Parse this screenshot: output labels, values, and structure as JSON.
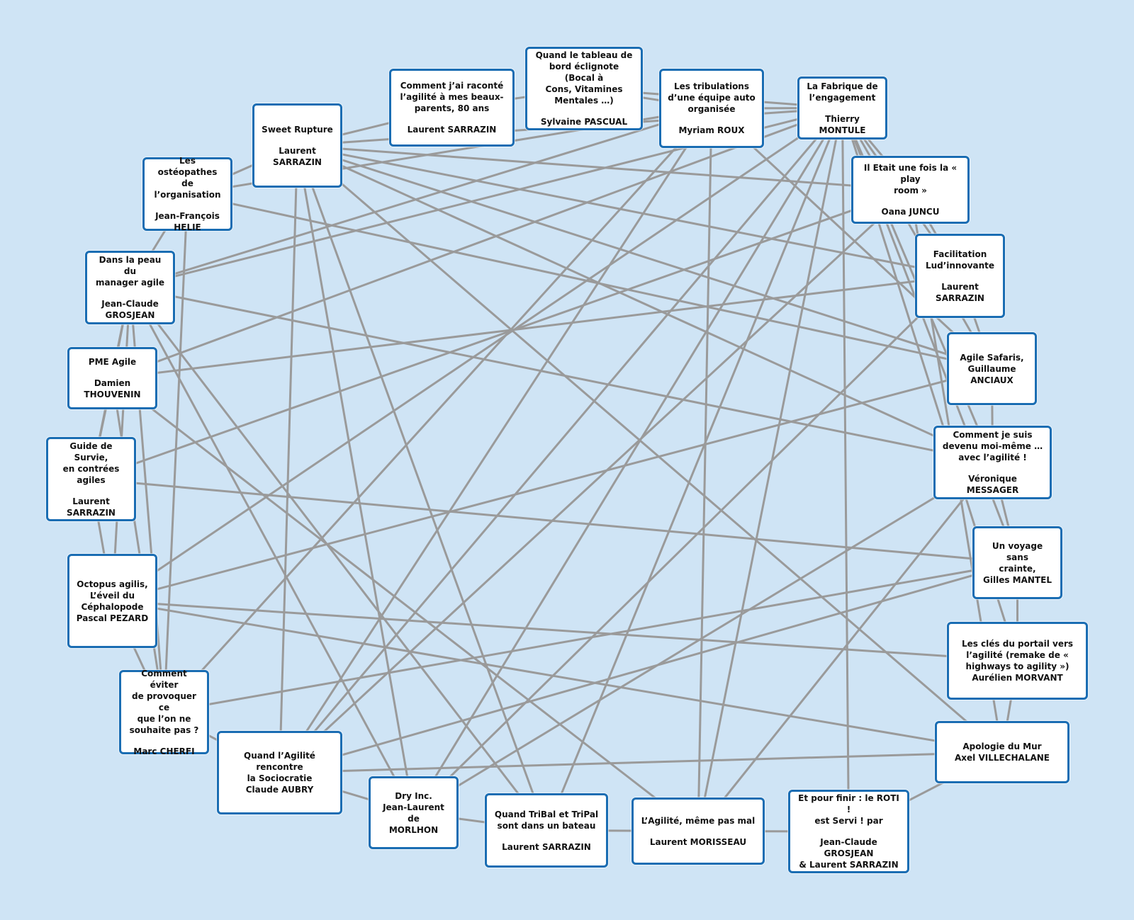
{
  "nodes": [
    {
      "id": "n0",
      "title": "Quand le tableau de\nbord éclignote (Bocal à\nCons,  Vitamines\nMentales …)",
      "author": "Sylvaine PASCUAL"
    },
    {
      "id": "n1",
      "title": "Comment j’ai raconté\nl’agilité à mes beaux-\nparents, 80 ans",
      "author": "Laurent SARRAZIN"
    },
    {
      "id": "n2",
      "title": "Les tribulations\nd’une équipe auto\norganisée",
      "author": "Myriam ROUX"
    },
    {
      "id": "n3",
      "title": "La Fabrique de\nl’engagement",
      "author": "Thierry MONTULE"
    },
    {
      "id": "n4",
      "title": "Sweet Rupture",
      "author": "Laurent\nSARRAZIN"
    },
    {
      "id": "n5",
      "title": "Les ostéopathes\nde l’organisation",
      "author": "Jean-François\nHELIE"
    },
    {
      "id": "n6",
      "title": "Il Etait une fois la « play\nroom »",
      "author": "Oana JUNCU"
    },
    {
      "id": "n7",
      "title": "Dans la peau du\nmanager agile",
      "author": "Jean-Claude\nGROSJEAN"
    },
    {
      "id": "n8",
      "title": "Facilitation\nLud’innovante",
      "author": "Laurent\nSARRAZIN"
    },
    {
      "id": "n9",
      "title": "PME Agile",
      "author": "Damien\nTHOUVENIN"
    },
    {
      "id": "n10",
      "title": "Agile Safaris,\nGuillaume\nANCIAUX",
      "author": ""
    },
    {
      "id": "n11",
      "title": "Guide de Survie,\nen contrées\nagiles",
      "author": "Laurent\nSARRAZIN"
    },
    {
      "id": "n12",
      "title": "Comment je suis\ndevenu moi-même …\navec l’agilité !",
      "author": "Véronique MESSAGER"
    },
    {
      "id": "n13",
      "title": "Un voyage sans\ncrainte,\nGilles MANTEL",
      "author": ""
    },
    {
      "id": "n14",
      "title": "Octopus agilis,\nL’éveil du\nCéphalopode\nPascal PEZARD",
      "author": ""
    },
    {
      "id": "n15",
      "title": "Les clés du portail vers\nl’agilité (remake de «\nhighways to agility »)\nAurélien MORVANT",
      "author": ""
    },
    {
      "id": "n16",
      "title": "Comment éviter\nde provoquer ce\nque l’on ne\nsouhaite pas ?",
      "author": "Marc CHERFI"
    },
    {
      "id": "n17",
      "title": "Apologie du Mur\nAxel VILLECHALANE",
      "author": ""
    },
    {
      "id": "n18",
      "title": "Quand l’Agilité rencontre\nla Sociocratie\nClaude AUBRY",
      "author": ""
    },
    {
      "id": "n19",
      "title": "Dry Inc.\nJean-Laurent de\nMORLHON",
      "author": ""
    },
    {
      "id": "n20",
      "title": "Quand TriBal et TriPal\nsont dans un bateau",
      "author": "Laurent SARRAZIN"
    },
    {
      "id": "n21",
      "title": "L’Agilité, même pas mal",
      "author": "Laurent MORISSEAU"
    },
    {
      "id": "n22",
      "title": "Et pour finir : le ROTI !\nest Servi  ! par",
      "author": "Jean-Claude GROSJEAN\n& Laurent SARRAZIN"
    }
  ],
  "edges": [
    [
      "n0",
      "n1"
    ],
    [
      "n1",
      "n4"
    ],
    [
      "n4",
      "n5"
    ],
    [
      "n5",
      "n7"
    ],
    [
      "n7",
      "n9"
    ],
    [
      "n9",
      "n11"
    ],
    [
      "n11",
      "n14"
    ],
    [
      "n14",
      "n16"
    ],
    [
      "n16",
      "n18"
    ],
    [
      "n18",
      "n19"
    ],
    [
      "n19",
      "n20"
    ],
    [
      "n20",
      "n21"
    ],
    [
      "n21",
      "n22"
    ],
    [
      "n22",
      "n17"
    ],
    [
      "n17",
      "n15"
    ],
    [
      "n15",
      "n13"
    ],
    [
      "n13",
      "n12"
    ],
    [
      "n12",
      "n10"
    ],
    [
      "n10",
      "n8"
    ],
    [
      "n8",
      "n6"
    ],
    [
      "n6",
      "n3"
    ],
    [
      "n3",
      "n2"
    ],
    [
      "n2",
      "n0"
    ],
    [
      "n3",
      "n0"
    ],
    [
      "n3",
      "n4"
    ],
    [
      "n3",
      "n7"
    ],
    [
      "n3",
      "n9"
    ],
    [
      "n3",
      "n14"
    ],
    [
      "n3",
      "n18"
    ],
    [
      "n3",
      "n19"
    ],
    [
      "n3",
      "n20"
    ],
    [
      "n3",
      "n21"
    ],
    [
      "n3",
      "n22"
    ],
    [
      "n3",
      "n12"
    ],
    [
      "n3",
      "n13"
    ],
    [
      "n3",
      "n15"
    ],
    [
      "n3",
      "n10"
    ],
    [
      "n3",
      "n8"
    ],
    [
      "n2",
      "n7"
    ],
    [
      "n2",
      "n18"
    ],
    [
      "n2",
      "n16"
    ],
    [
      "n2",
      "n10"
    ],
    [
      "n2",
      "n5"
    ],
    [
      "n4",
      "n6"
    ],
    [
      "n4",
      "n8"
    ],
    [
      "n4",
      "n12"
    ],
    [
      "n4",
      "n18"
    ],
    [
      "n4",
      "n17"
    ],
    [
      "n4",
      "n19"
    ],
    [
      "n4",
      "n20"
    ],
    [
      "n4",
      "n10"
    ],
    [
      "n5",
      "n10"
    ],
    [
      "n5",
      "n16"
    ],
    [
      "n7",
      "n12"
    ],
    [
      "n7",
      "n19"
    ],
    [
      "n7",
      "n20"
    ],
    [
      "n7",
      "n11"
    ],
    [
      "n7",
      "n16"
    ],
    [
      "n7",
      "n14"
    ],
    [
      "n9",
      "n8"
    ],
    [
      "n9",
      "n21"
    ],
    [
      "n9",
      "n16"
    ],
    [
      "n11",
      "n13"
    ],
    [
      "n11",
      "n6"
    ],
    [
      "n14",
      "n10"
    ],
    [
      "n14",
      "n15"
    ],
    [
      "n14",
      "n17"
    ],
    [
      "n16",
      "n13"
    ],
    [
      "n18",
      "n6"
    ],
    [
      "n18",
      "n13"
    ],
    [
      "n18",
      "n17"
    ],
    [
      "n19",
      "n12"
    ],
    [
      "n19",
      "n8"
    ],
    [
      "n21",
      "n12"
    ],
    [
      "n21",
      "n2"
    ],
    [
      "n17",
      "n6"
    ]
  ]
}
